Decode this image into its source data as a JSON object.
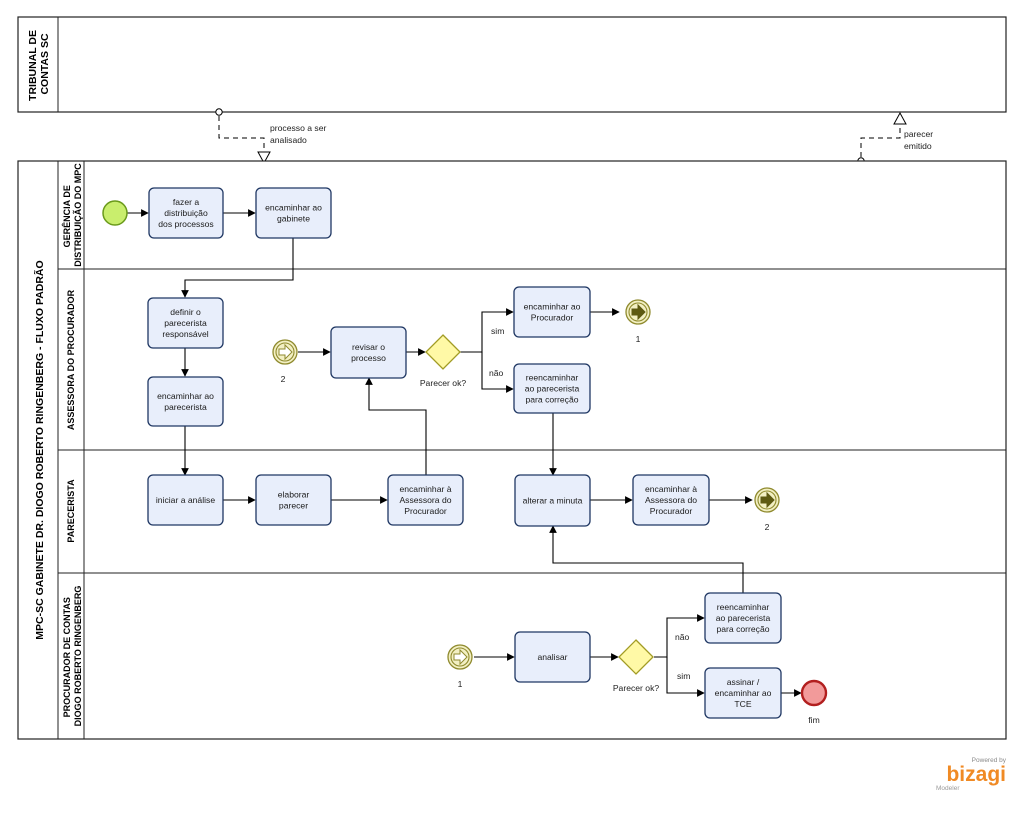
{
  "pools": {
    "tce": {
      "title_line1": "TRIBUNAL DE",
      "title_line2": "CONTAS SC"
    },
    "mpc": {
      "title": "MPC-SC GABINETE DR. DIOGO ROBERTO RINGENBERG - FLUXO PADRÃO"
    }
  },
  "lanes": {
    "gerencia": {
      "line1": "GERÊNCIA DE",
      "line2": "DISTRIBUIÇÃO DO MPC"
    },
    "assessora": {
      "line1": "ASSESSORA DO PROCURADOR"
    },
    "parecerista": {
      "line1": "PARECERISTA"
    },
    "procurador": {
      "line1": "PROCURADOR DE CONTAS",
      "line2": "DIOGO ROBERTO RINGENBERG"
    }
  },
  "messages": {
    "incoming": {
      "line1": "processo a ser",
      "line2": "analisado"
    },
    "outgoing": {
      "line1": "parecer",
      "line2": "emitido"
    }
  },
  "tasks": {
    "fazer_distribuicao": [
      "fazer a",
      "distribuição",
      "dos processos"
    ],
    "encaminhar_gabinete": [
      "encaminhar ao",
      "gabinete"
    ],
    "definir_parecerista": [
      "definir o",
      "parecerista",
      "responsável"
    ],
    "encaminhar_parecerista": [
      "encaminhar ao",
      "parecerista"
    ],
    "revisar_processo": [
      "revisar o",
      "processo"
    ],
    "encaminhar_procurador": [
      "encaminhar ao",
      "Procurador"
    ],
    "reencaminhar_assessora": [
      "reencaminhar",
      "ao parecerista",
      "para correção"
    ],
    "iniciar_analise": [
      "iniciar a análise"
    ],
    "elaborar_parecer": [
      "elaborar",
      "parecer"
    ],
    "encaminhar_assessora_1": [
      "encaminhar à",
      "Assessora do",
      "Procurador"
    ],
    "alterar_minuta": [
      "alterar a minuta"
    ],
    "encaminhar_assessora_2": [
      "encaminhar à",
      "Assessora do",
      "Procurador"
    ],
    "analisar": [
      "analisar"
    ],
    "reencaminhar_procurador": [
      "reencaminhar",
      "ao parecerista",
      "para correção"
    ],
    "assinar_encaminhar": [
      "assinar /",
      "encaminhar ao",
      "TCE"
    ]
  },
  "gateways": {
    "assessora": {
      "label": "Parecer ok?",
      "yes": "sim",
      "no": "não"
    },
    "procurador": {
      "label": "Parecer ok?",
      "yes": "sim",
      "no": "não"
    }
  },
  "links": {
    "throw_1": "1",
    "catch_2": "2",
    "throw_2": "2",
    "catch_1": "1"
  },
  "end_event": {
    "label": "fim"
  },
  "branding": {
    "powered": "Powered by",
    "brand": "bizagi",
    "product": "Modeler"
  },
  "colors": {
    "task_fill": "#e8eefb",
    "task_stroke": "#1f3763",
    "start_fill": "#c9ee6d",
    "start_stroke": "#6a9a1b",
    "end_fill": "#f29a9a",
    "end_stroke": "#b21f1f",
    "link_fill": "#f2efc2",
    "link_stroke": "#8f8a2e",
    "gateway_fill": "#fff9a6",
    "gateway_stroke": "#a29c25",
    "brand_color": "#f08a24"
  }
}
